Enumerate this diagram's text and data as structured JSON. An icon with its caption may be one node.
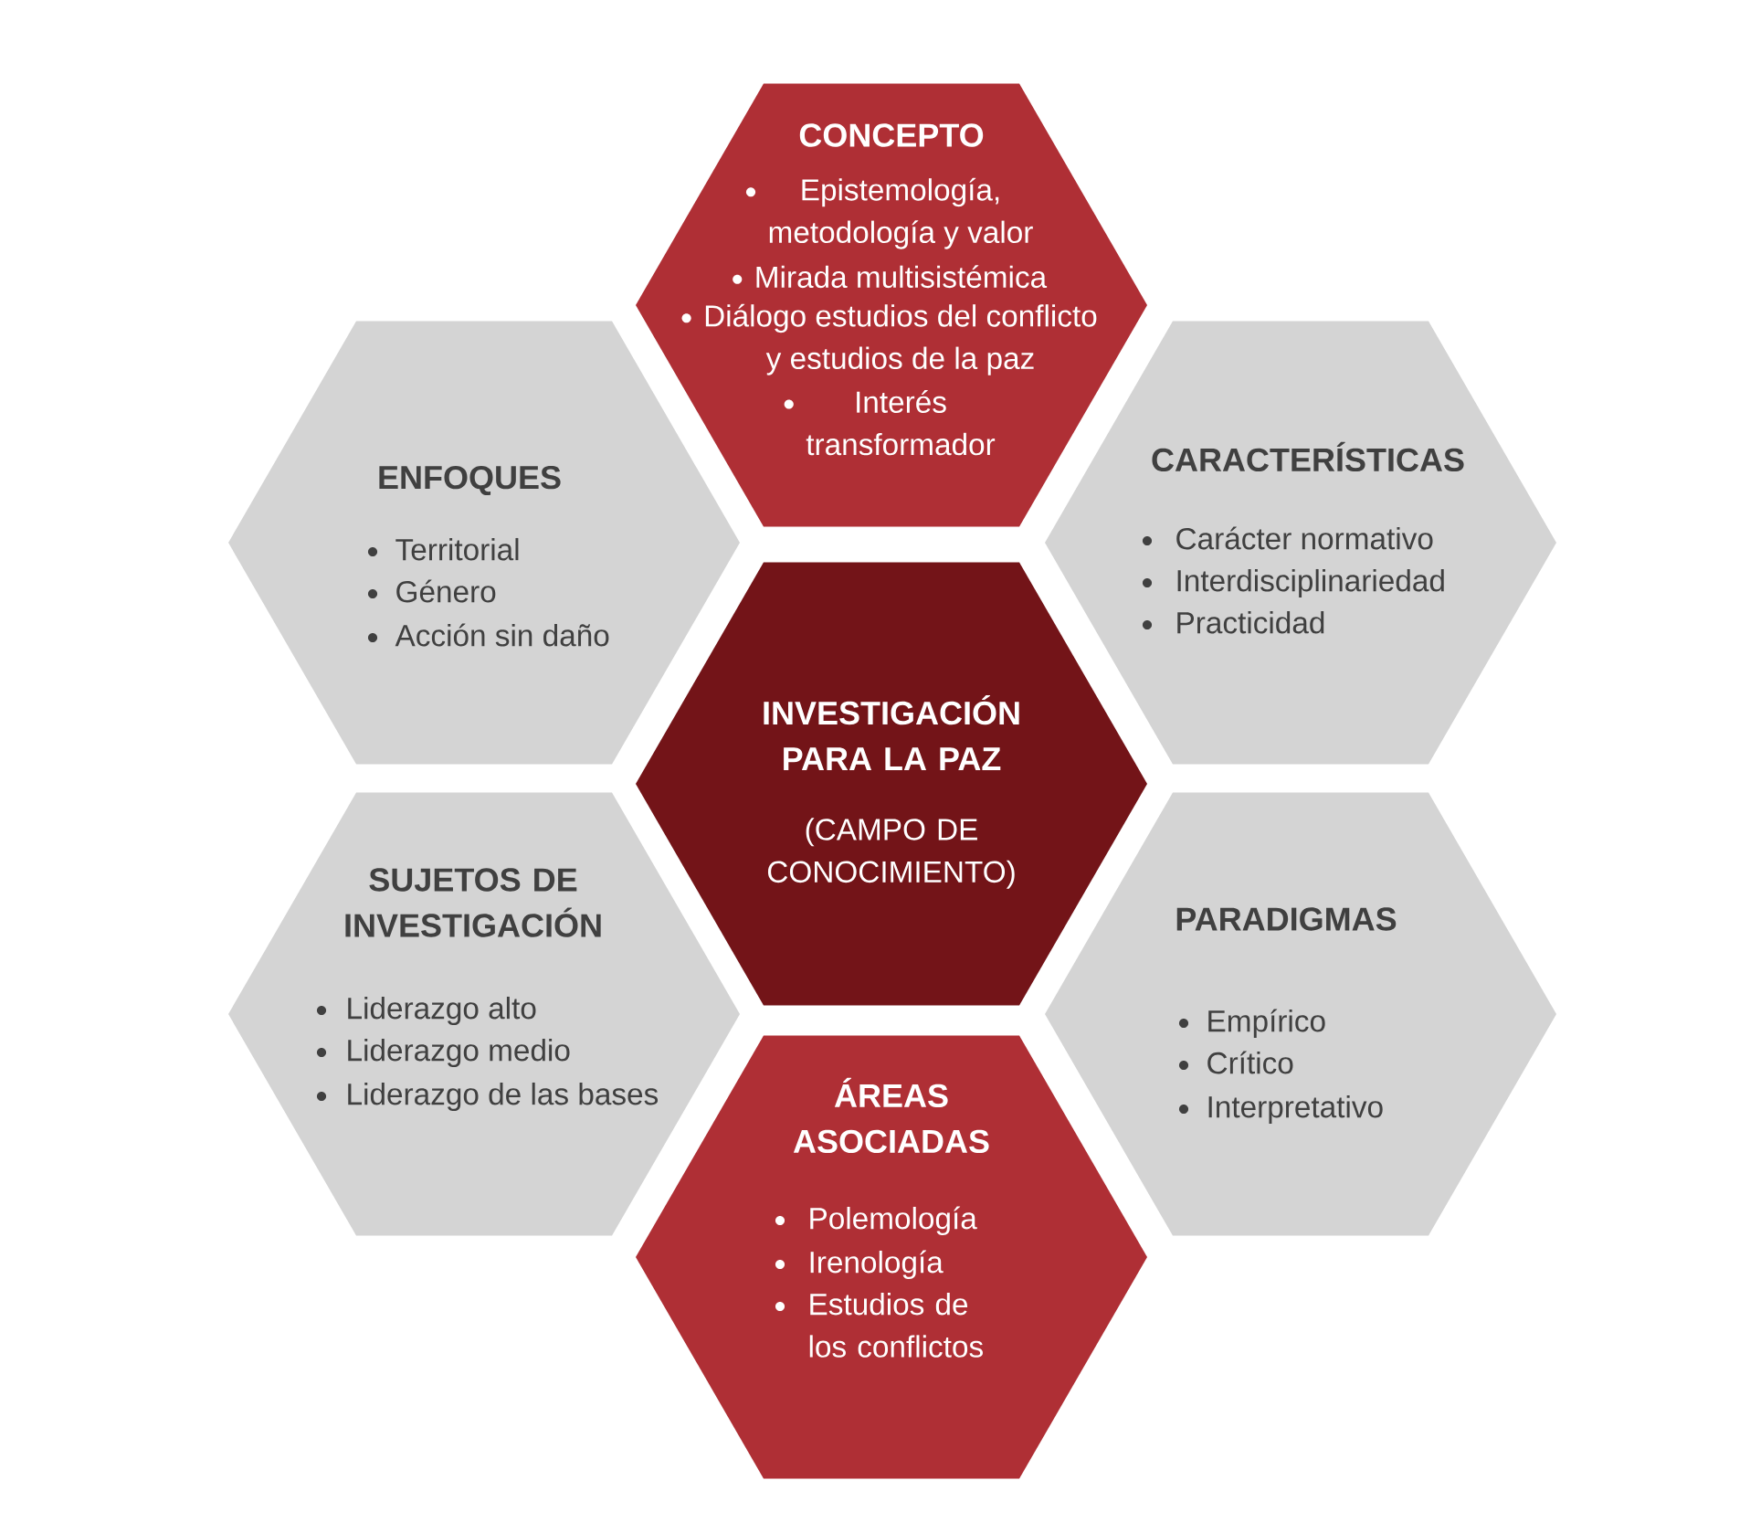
{
  "diagram": {
    "nodes": [
      {
        "text": [
          "CONCEPTO",
          "Epistemología, metodología y valor",
          "Mirada multisistémica",
          "Diálogo estudios del conflicto y estudios de la paz",
          "Interés transformador"
        ]
      },
      {
        "text": [
          "ENFOQUES",
          "Territorial",
          "Género",
          "Acción sin daño"
        ]
      },
      {
        "text": [
          "CARACTERÍSTICAS",
          "Carácter normativo",
          "Interdisciplinariedad",
          "Practicidad"
        ]
      },
      {
        "text": [
          "INVESTIGACIÓN PARA LA PAZ",
          "(CAMPO DE CONOCIMIENTO)"
        ]
      },
      {
        "text": [
          "SUJETOS DE INVESTIGACIÓN",
          "Liderazgo alto",
          "Liderazgo medio",
          "Liderazgo de las bases"
        ]
      },
      {
        "text": [
          "PARADIGMAS",
          "Empírico",
          "Crítico",
          "Interpretativo"
        ]
      },
      {
        "text": [
          "ÁREAS ASOCIADAS",
          "Polemología",
          "Irenología",
          "Estudios de los conflictos"
        ]
      }
    ]
  }
}
